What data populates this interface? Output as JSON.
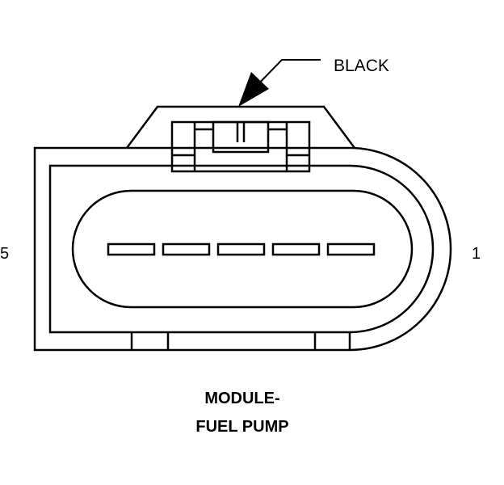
{
  "connector": {
    "color_label": "BLACK",
    "pin_left": "5",
    "pin_right": "1",
    "cavity_count": 5
  },
  "title": {
    "line1": "MODULE-",
    "line2": "FUEL PUMP"
  },
  "colors": {
    "stroke": "#000000",
    "background": "#ffffff"
  }
}
